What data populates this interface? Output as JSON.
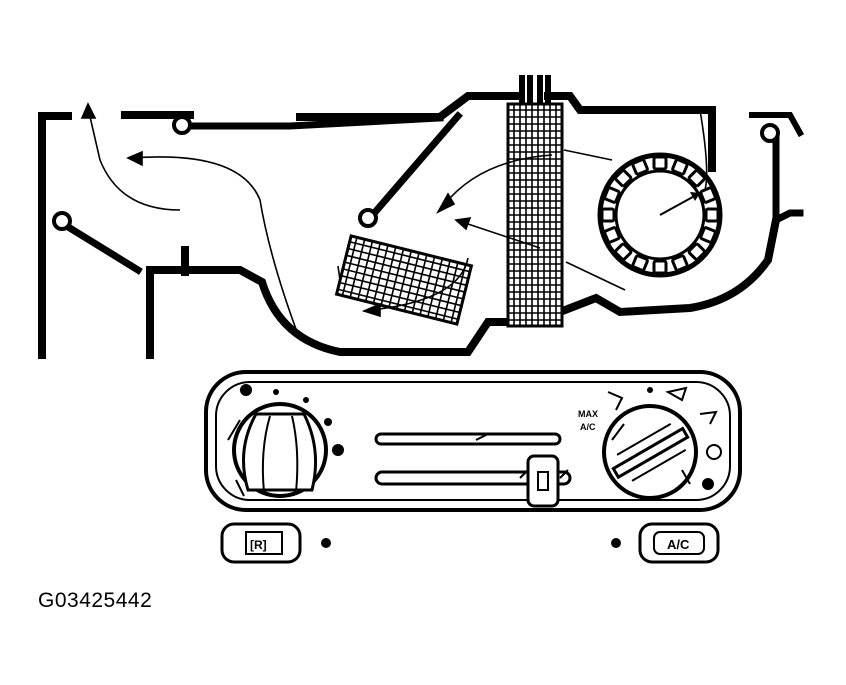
{
  "figure_id": "G03425442",
  "control_panel": {
    "max_ac_label": "MAX A/C",
    "ac_button_label": "A/C",
    "recirc_button_label": "[R]"
  },
  "icons": {
    "blower_knob": "fan-speed-knob-icon",
    "mode_knob": "mode-selector-knob-icon",
    "temp_slider": "temperature-slider-icon",
    "heater_core": "heater-core-icon",
    "evaporator": "evaporator-core-icon",
    "blower": "blower-wheel-icon"
  }
}
